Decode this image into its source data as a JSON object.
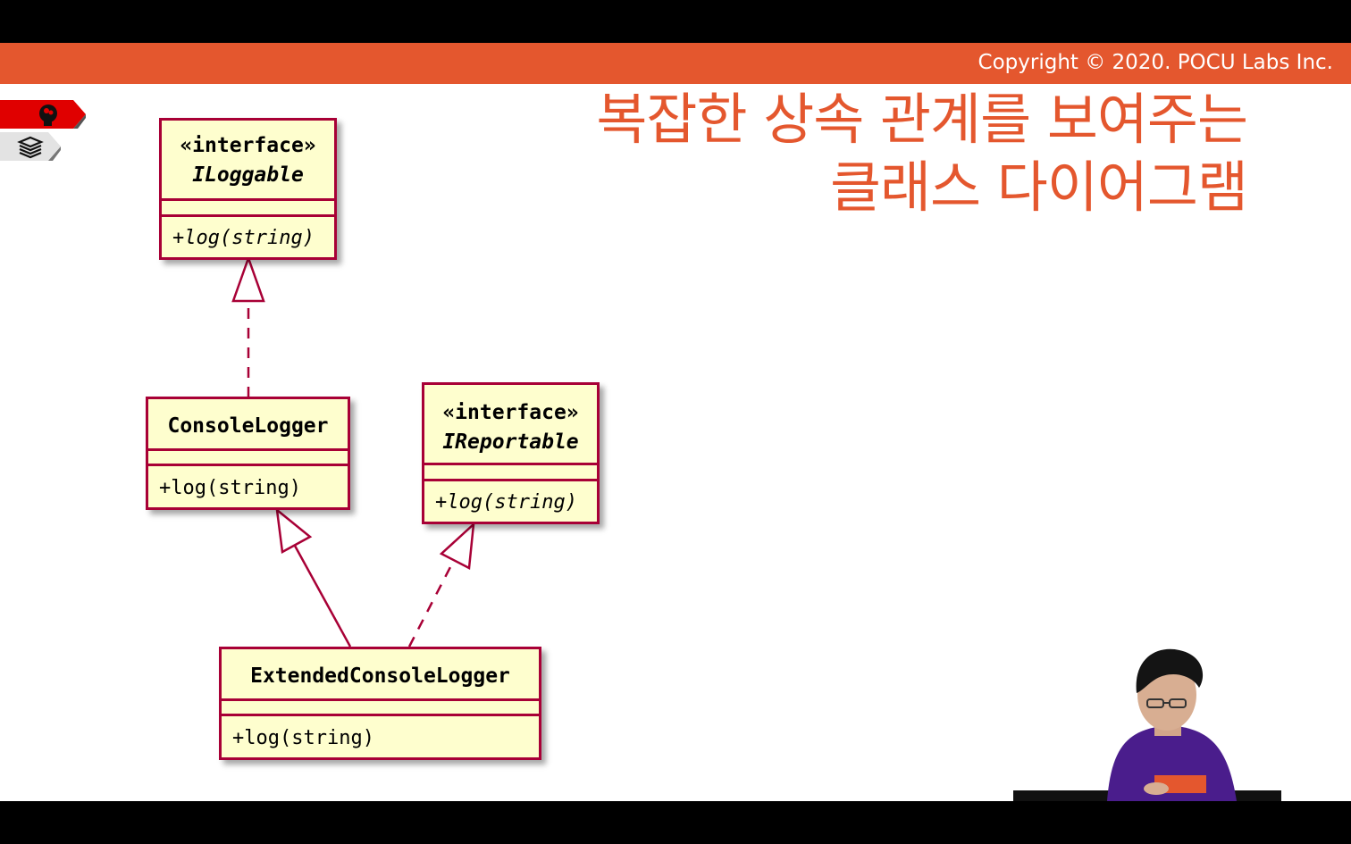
{
  "copyright": "Copyright © 2020. POCU Labs Inc.",
  "title": {
    "line1": "복잡한 상속 관계를 보여주는",
    "line2": "클래스 다이어그램"
  },
  "side_tabs": [
    {
      "icon": "brain-head-icon",
      "color": "#e00000"
    },
    {
      "icon": "stacked-layers-icon",
      "color": "#e0e0e0"
    }
  ],
  "diagram": {
    "classes": {
      "iloggable": {
        "stereotype": "«interface»",
        "name": "ILoggable",
        "method": "+log(string)"
      },
      "consolelogger": {
        "name": "ConsoleLogger",
        "method": "+log(string)"
      },
      "ireportable": {
        "stereotype": "«interface»",
        "name": "IReportable",
        "method": "+log(string)"
      },
      "extendedconsolelogger": {
        "name": "ExtendedConsoleLogger",
        "method": "+log(string)"
      }
    },
    "relations": [
      {
        "from": "ConsoleLogger",
        "to": "ILoggable",
        "kind": "realization"
      },
      {
        "from": "ExtendedConsoleLogger",
        "to": "ConsoleLogger",
        "kind": "generalization"
      },
      {
        "from": "ExtendedConsoleLogger",
        "to": "IReportable",
        "kind": "realization"
      }
    ]
  },
  "colors": {
    "accent": "#e4572e",
    "uml_border": "#a80036",
    "uml_fill": "#fefece"
  }
}
